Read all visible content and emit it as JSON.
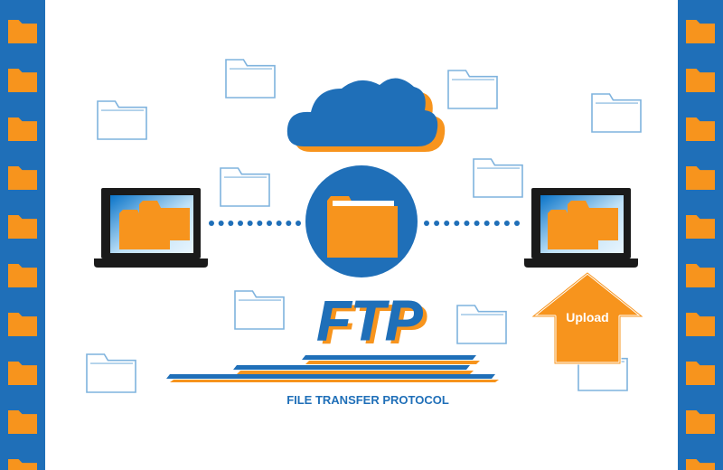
{
  "title": "FTP",
  "subtitle": "FILE TRANSFER PROTOCOL",
  "upload_label": "Upload",
  "icons": {
    "cloud": "cloud-icon",
    "central_folder": "folder-icon",
    "left_computer": "laptop-icon",
    "right_computer": "laptop-icon",
    "upload_arrow": "arrow-up-icon",
    "background_folders": "folder-outline-icon"
  },
  "colors": {
    "blue": "#1f6fb8",
    "orange": "#f7941d",
    "light_blue": "#7fb3de",
    "screen_blue": "#cfe6f8",
    "laptop_black": "#1a1a1a"
  }
}
